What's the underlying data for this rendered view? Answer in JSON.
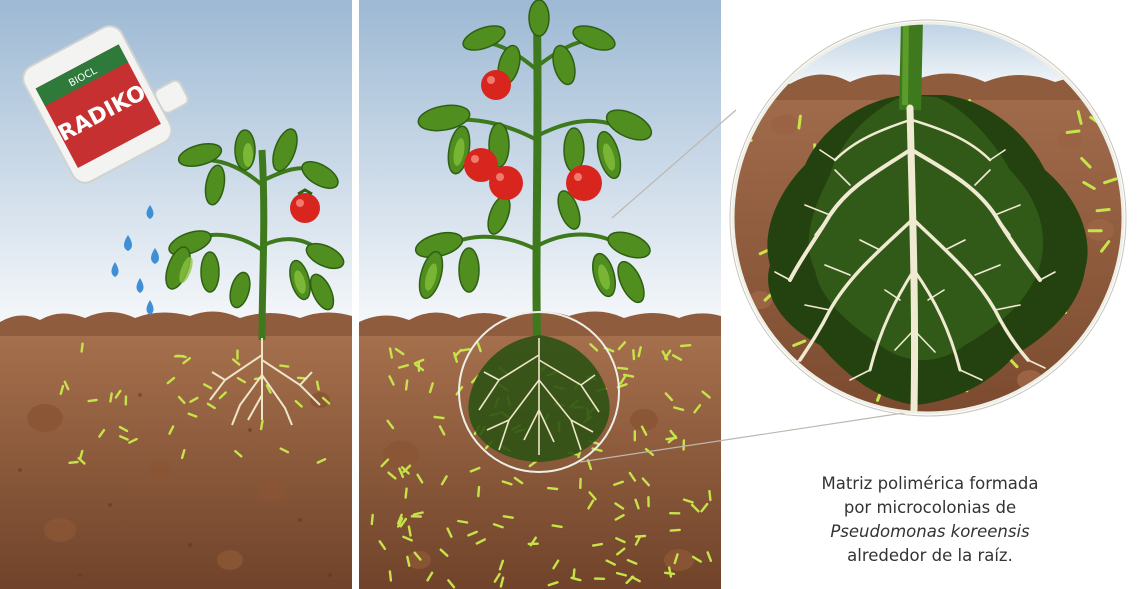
{
  "product": {
    "brand": "BIOCL",
    "name": "RADIKO"
  },
  "caption": {
    "line1": "Matriz polimérica formada",
    "line2": "por microcolonias de",
    "line3_species": "Pseudomonas koreensis",
    "line4": "alrededor de la raíz."
  },
  "colors": {
    "sky_top": "#9fbbd6",
    "sky_bottom": "#f4f7fa",
    "soil_top": "#a7714d",
    "soil_bottom": "#6e4128",
    "leaf": "#4f8e1f",
    "leaf_light": "#8cc63f",
    "tomato": "#d8261f",
    "bacteria": "#c6e34a",
    "root": "#f1ead2",
    "biofilm": "#24420f",
    "water": "#3f8fd6"
  }
}
